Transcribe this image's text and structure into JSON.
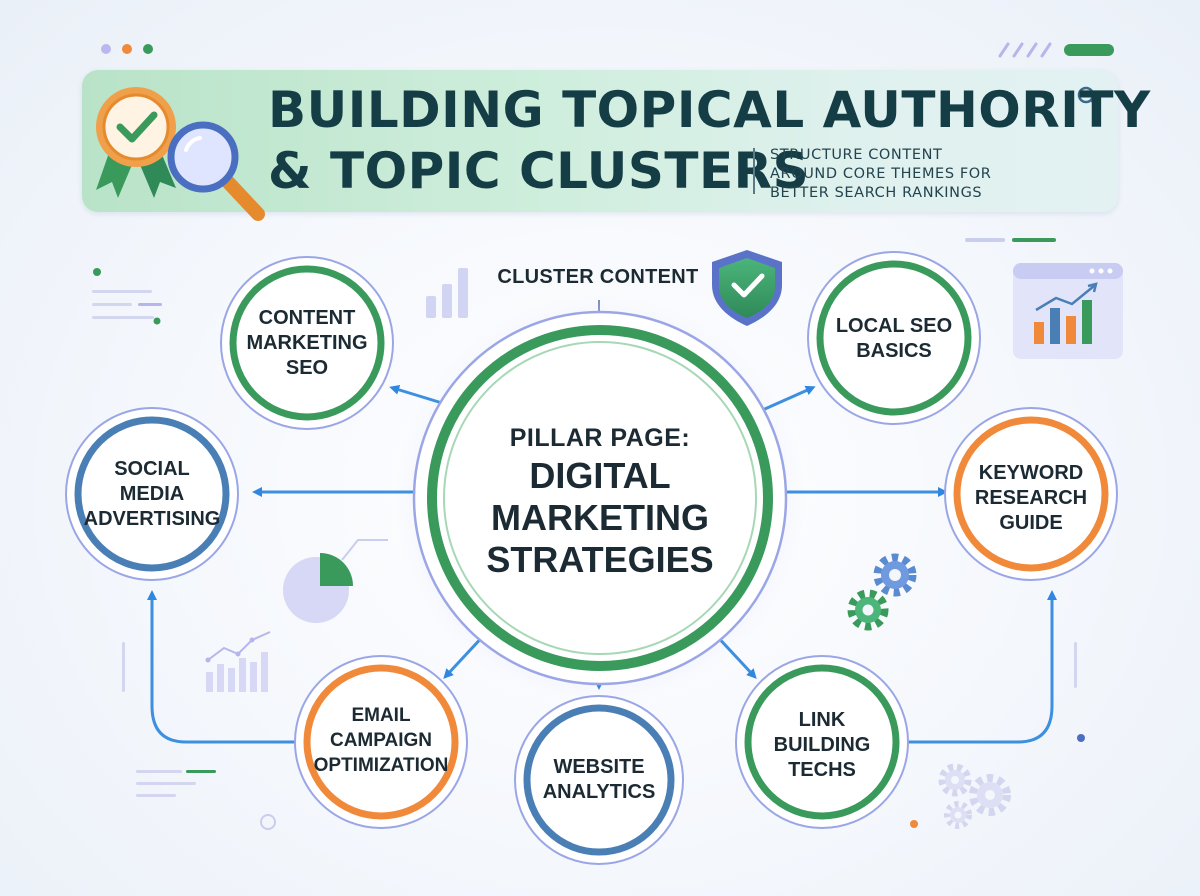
{
  "header": {
    "title_line1": "BUILDING TOPICAL AUTHORITY",
    "title_line2": "& TOPIC CLUSTERS",
    "subtitle_lines": [
      "STRUCTURE CONTENT",
      "AROUND CORE THEMES FOR",
      "BETTER SEARCH RANKINGS"
    ]
  },
  "pillar": {
    "prefix": "PILLAR PAGE:",
    "lines": [
      "DIGITAL",
      "MARKETING",
      "STRATEGIES"
    ]
  },
  "cluster_label": "CLUSTER CONTENT",
  "clusters": [
    {
      "id": "content-marketing-seo",
      "lines": [
        "CONTENT",
        "MARKETING",
        "SEO"
      ],
      "ring_color": "#3a9a5c"
    },
    {
      "id": "local-seo-basics",
      "lines": [
        "LOCAL SEO",
        "BASICS"
      ],
      "ring_color": "#3a9a5c"
    },
    {
      "id": "social-media-advertising",
      "lines": [
        "SOCIAL",
        "MEDIA",
        "ADVERTISING"
      ],
      "ring_color": "#4a7fb5"
    },
    {
      "id": "keyword-research-guide",
      "lines": [
        "KEYWORD",
        "RESEARCH",
        "GUIDE"
      ],
      "ring_color": "#f08a3a"
    },
    {
      "id": "email-campaign-optimization",
      "lines": [
        "EMAIL",
        "CAMPAIGN",
        "OPTIMIZATION"
      ],
      "ring_color": "#f08a3a"
    },
    {
      "id": "website-analytics",
      "lines": [
        "WEBSITE",
        "ANALYTICS"
      ],
      "ring_color": "#4a7fb5"
    },
    {
      "id": "link-building-techs",
      "lines": [
        "LINK",
        "BUILDING",
        "TECHS"
      ],
      "ring_color": "#3a9a5c"
    }
  ],
  "icons": [
    "award-badge-icon",
    "magnifier-icon",
    "search-icon",
    "shield-check-icon",
    "bar-chart-icon",
    "browser-chart-icon",
    "pie-chart-icon",
    "line-chart-icon",
    "gears-icon"
  ],
  "colors": {
    "green": "#3a9a5c",
    "blue": "#4a7fb5",
    "orange": "#f08a3a",
    "arrow": "#3d8fe0",
    "title": "#143d46"
  }
}
